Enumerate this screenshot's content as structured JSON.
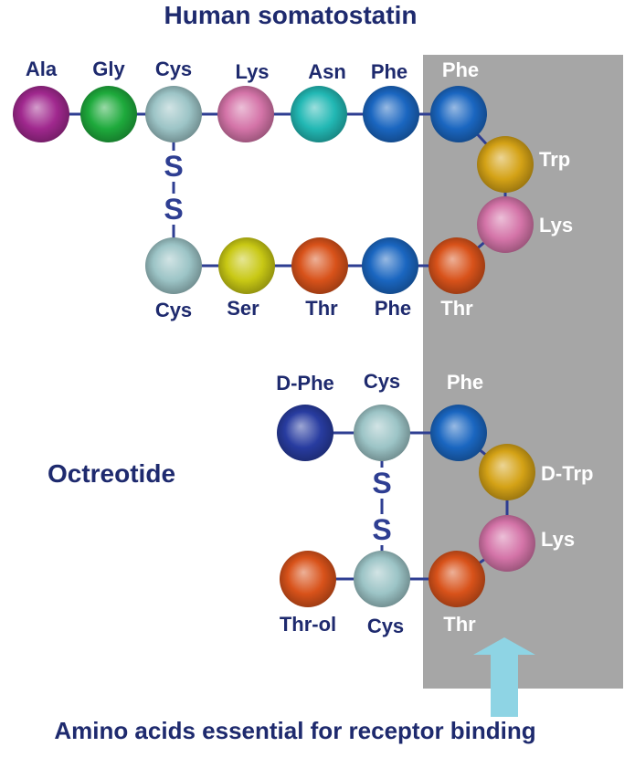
{
  "title_somatostatin": "Human somatostatin",
  "title_octreotide": "Octreotide",
  "footer": "Amino acids essential for receptor binding",
  "disulfide_symbol": "S",
  "somatostatin": {
    "residues": [
      {
        "label": "Ala",
        "color": "#a0288e"
      },
      {
        "label": "Gly",
        "color": "#1eaa3c"
      },
      {
        "label": "Cys",
        "color": "#9cc4c6"
      },
      {
        "label": "Lys",
        "color": "#d474a8"
      },
      {
        "label": "Asn",
        "color": "#22b8b4"
      },
      {
        "label": "Phe",
        "color": "#1a66c0"
      },
      {
        "label": "Phe",
        "color": "#1a66c0"
      },
      {
        "label": "Trp",
        "color": "#d4a216"
      },
      {
        "label": "Lys",
        "color": "#d474a8"
      },
      {
        "label": "Thr",
        "color": "#d8521a"
      },
      {
        "label": "Phe",
        "color": "#1a66c0"
      },
      {
        "label": "Thr",
        "color": "#d8521a"
      },
      {
        "label": "Ser",
        "color": "#c8c814"
      },
      {
        "label": "Cys",
        "color": "#9cc4c6"
      }
    ]
  },
  "octreotide": {
    "residues": [
      {
        "label": "D-Phe",
        "color": "#283ca0"
      },
      {
        "label": "Cys",
        "color": "#9cc4c6"
      },
      {
        "label": "Phe",
        "color": "#1a66c0"
      },
      {
        "label": "D-Trp",
        "color": "#d4a216"
      },
      {
        "label": "Lys",
        "color": "#d474a8"
      },
      {
        "label": "Thr",
        "color": "#d8521a"
      },
      {
        "label": "Cys",
        "color": "#9cc4c6"
      },
      {
        "label": "Thr-ol",
        "color": "#d8521a"
      }
    ]
  },
  "colors": {
    "text": "#1e2a6e",
    "bond": "#2e3e92",
    "highlight_box": "#a6a6a6",
    "highlight_text": "#ffffff",
    "arrow": "#8ed4e4"
  }
}
